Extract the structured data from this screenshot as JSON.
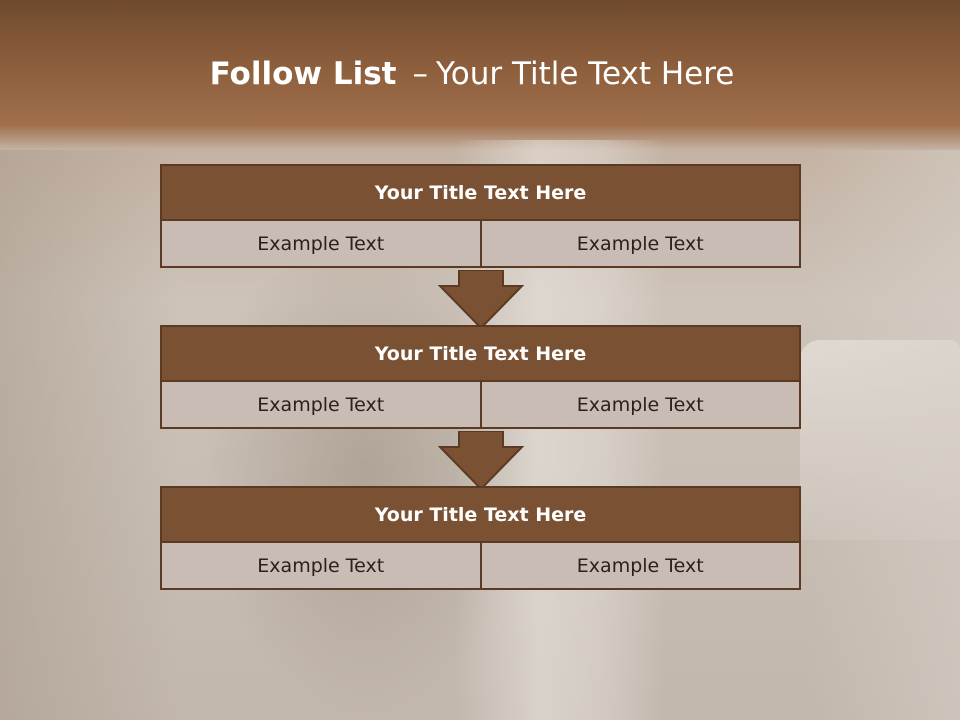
{
  "title": {
    "bold": "Follow List",
    "dash": "–",
    "rest": "Your Title Text Here"
  },
  "blocks": [
    {
      "header": "Your Title Text Here",
      "cells": [
        "Example Text",
        "Example Text"
      ]
    },
    {
      "header": "Your Title Text Here",
      "cells": [
        "Example Text",
        "Example Text"
      ]
    },
    {
      "header": "Your Title Text Here",
      "cells": [
        "Example Text",
        "Example Text"
      ]
    }
  ],
  "colors": {
    "header_fill": "#7b5133",
    "border": "#5a3a22",
    "cell_fill": "#c8bcb4",
    "arrow_fill": "#7b5133",
    "title_band": "#8e5f3d"
  },
  "icons": {
    "connector": "down-arrow-icon"
  }
}
